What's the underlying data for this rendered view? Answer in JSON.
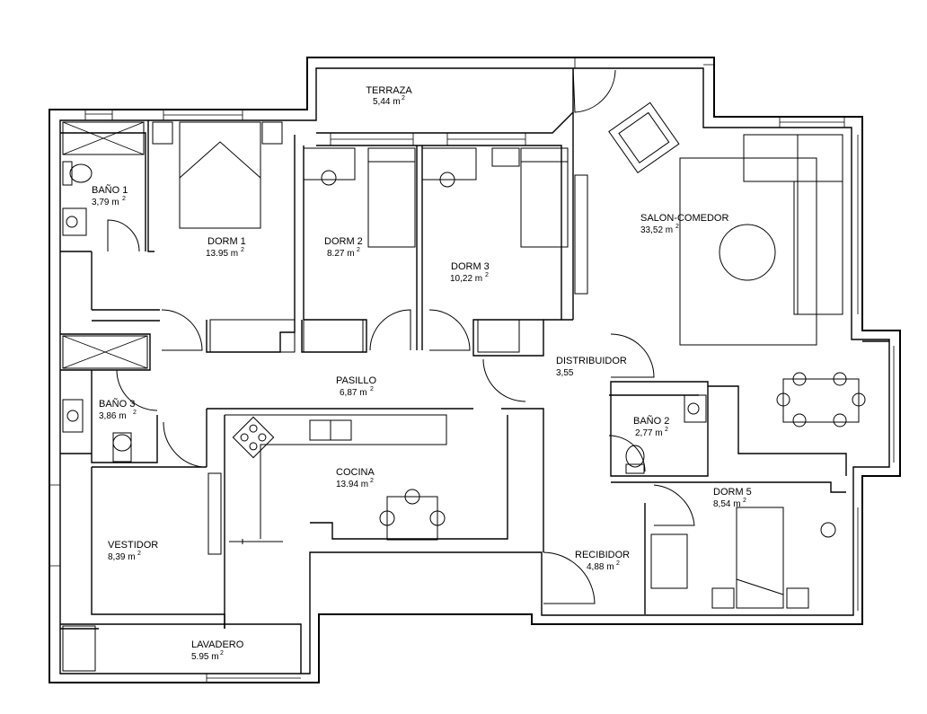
{
  "rooms": [
    {
      "id": "terraza",
      "name": "TERRAZA",
      "area": "5,44 m",
      "sup": "2"
    },
    {
      "id": "bano1",
      "name": "BAÑO 1",
      "area": "3,79 m",
      "sup": "2"
    },
    {
      "id": "dorm1",
      "name": "DORM 1",
      "area": "13.95 m",
      "sup": "2"
    },
    {
      "id": "dorm2",
      "name": "DORM 2",
      "area": "8.27 m",
      "sup": "2"
    },
    {
      "id": "dorm3",
      "name": "DORM 3",
      "area": "10,22 m",
      "sup": "2"
    },
    {
      "id": "salon",
      "name": "SALON-COMEDOR",
      "area": "33,52 m",
      "sup": "2"
    },
    {
      "id": "distribuidor",
      "name": "DISTRIBUIDOR",
      "area": "3,55",
      "sup": ""
    },
    {
      "id": "pasillo",
      "name": "PASILLO",
      "area": "6,87 m",
      "sup": "2"
    },
    {
      "id": "bano3",
      "name": "BAÑO 3",
      "area": "3,86  m",
      "sup": "2"
    },
    {
      "id": "bano2",
      "name": "BAÑO 2",
      "area": "2,77 m",
      "sup": "2"
    },
    {
      "id": "cocina",
      "name": "COCINA",
      "area": "13.94 m",
      "sup": "2"
    },
    {
      "id": "dorm5",
      "name": "DORM 5",
      "area": "8,54 m",
      "sup": "2"
    },
    {
      "id": "vestidor",
      "name": "VESTIDOR",
      "area": "8,39 m",
      "sup": "2"
    },
    {
      "id": "recibidor",
      "name": "RECIBIDOR",
      "area": "4,88 m",
      "sup": "2"
    },
    {
      "id": "lavadero",
      "name": "LAVADERO",
      "area": "5.95 m",
      "sup": "2"
    }
  ]
}
